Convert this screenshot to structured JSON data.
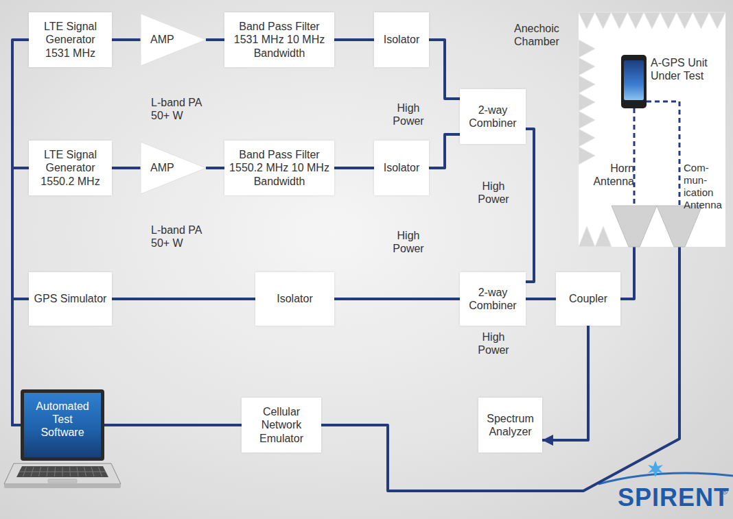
{
  "diagram": {
    "nodes": [
      {
        "text": [
          "LTE Signal Generator 1531 MHz"
        ]
      },
      {
        "text": [
          "AMP"
        ]
      },
      {
        "text": [
          "Band Pass Filter 1531 MHz 10 MHz Bandwidth"
        ]
      },
      {
        "text": [
          "Isolator"
        ]
      },
      {
        "text": [
          "2-way Combiner"
        ]
      },
      {
        "text": [
          "LTE Signal Generator 1550.2 MHz"
        ]
      },
      {
        "text": [
          "AMP"
        ]
      },
      {
        "text": [
          "Band Pass Filter 1550.2 MHz 10 MHz Bandwidth"
        ]
      },
      {
        "text": [
          "Isolator"
        ]
      },
      {
        "text": [
          "GPS Simulator"
        ]
      },
      {
        "text": [
          "Isolator"
        ]
      },
      {
        "text": [
          "2-way Combiner"
        ]
      },
      {
        "text": [
          "Coupler"
        ]
      },
      {
        "text": [
          "Automated Test Software"
        ]
      },
      {
        "text": [
          "Cellular Network Emulator"
        ]
      },
      {
        "text": [
          "Spectrum Analyzer"
        ]
      },
      {
        "text": [
          "Anechoic Chamber"
        ]
      },
      {
        "text": [
          "A-GPS Unit Under Test"
        ],
        "in": 16
      },
      {
        "text": [
          "Horn Antenna"
        ],
        "in": 16
      },
      {
        "text": [
          "Com- mun- ication Antenna"
        ],
        "in": 16
      }
    ],
    "edges": [
      {
        "from": 0,
        "to": 1,
        "arrow": "none"
      },
      {
        "from": 1,
        "to": 2,
        "arrow": "none"
      },
      {
        "from": 2,
        "to": 3,
        "arrow": "none"
      },
      {
        "from": 3,
        "to": 4,
        "arrow": "none"
      },
      {
        "from": 5,
        "to": 6,
        "arrow": "none"
      },
      {
        "from": 6,
        "to": 7,
        "arrow": "none"
      },
      {
        "from": 7,
        "to": 8,
        "arrow": "none"
      },
      {
        "from": 8,
        "to": 4,
        "arrow": "none"
      },
      {
        "from": 4,
        "to": 11,
        "arrow": "none"
      },
      {
        "from": 9,
        "to": 10,
        "arrow": "none"
      },
      {
        "from": 10,
        "to": 11,
        "arrow": "none"
      },
      {
        "from": 11,
        "to": 12,
        "arrow": "none"
      },
      {
        "from": 12,
        "to": 18,
        "arrow": "none"
      },
      {
        "from": 12,
        "to": 15,
        "arrow": "to"
      },
      {
        "from": 13,
        "to": 0,
        "arrow": "none"
      },
      {
        "from": 13,
        "to": 5,
        "arrow": "none"
      },
      {
        "from": 13,
        "to": 9,
        "arrow": "none"
      },
      {
        "from": 13,
        "to": 14,
        "arrow": "none"
      },
      {
        "from": 14,
        "to": 19,
        "arrow": "none"
      },
      {
        "from": 17,
        "to": 18,
        "arrow": "none"
      },
      {
        "from": 17,
        "to": 19,
        "arrow": "none"
      }
    ],
    "labels": [
      "L-band PA 50+ W",
      "High Power",
      "High Power",
      "L-band PA 50+ W",
      "High Power",
      "High Power",
      "SPIRENT",
      "®"
    ]
  }
}
